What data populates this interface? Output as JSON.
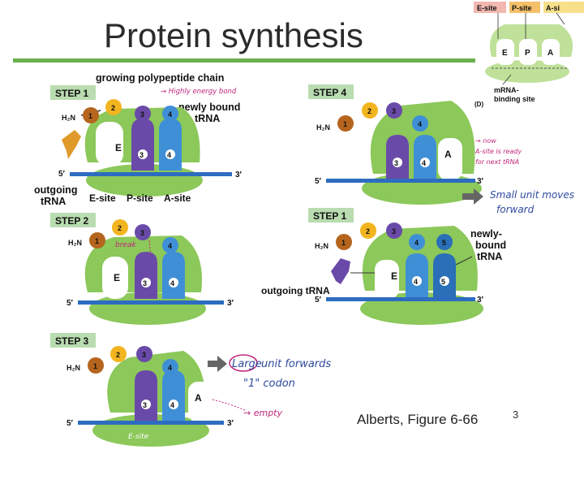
{
  "title": "Protein synthesis",
  "credit": "Alberts, Figure 6-66",
  "page_number": "3",
  "inset": {
    "sites": [
      "E-site",
      "P-site",
      "A-si"
    ],
    "letters": [
      "E",
      "P",
      "A"
    ],
    "panel_label": "(D)",
    "mrna_label_1": "mRNA-",
    "mrna_label_2": "binding site",
    "site_colors": [
      "#f2b8b0",
      "#f5c06a",
      "#f6e08a"
    ]
  },
  "labels": {
    "five_prime": "5′",
    "three_prime": "3′",
    "h2n": "H₂N",
    "e": "E",
    "a": "A"
  },
  "step1": {
    "badge": "STEP 1",
    "chain_label": "growing polypeptide chain",
    "bond_note": "→ Highly energy bond",
    "newly_bound_1": "newly bound",
    "newly_bound_2": "tRNA",
    "outgoing_1": "outgoing",
    "outgoing_2": "tRNA",
    "sites": [
      "E-site",
      "P-site",
      "A-site"
    ]
  },
  "step2": {
    "badge": "STEP 2",
    "break_note": "break"
  },
  "step3": {
    "badge": "STEP 3",
    "note_circled": "Large",
    "note_rest": "unit forwards",
    "note_line2": "\"1\" codon",
    "empty_note": "→ empty",
    "esite_note": "E-site"
  },
  "step4": {
    "badge": "STEP 4",
    "note_1": "→ now",
    "note_2": "A-site is ready",
    "note_3": "for next tRNA",
    "arrow_note_1": "Small unit moves",
    "arrow_note_2": "forward"
  },
  "step1b": {
    "badge": "STEP 1",
    "newly_1": "newly-",
    "newly_2": "bound",
    "newly_3": "tRNA",
    "outgoing": "outgoing tRNA"
  },
  "colors": {
    "ribosome": "#8cc85a",
    "ribosome_dark": "#5e9a34",
    "badge": "#b9dcb0",
    "trna_purple": "#6a4aa8",
    "trna_blue": "#3f8fd6",
    "trna_orange": "#e09a2a",
    "aa_brown": "#b5651d",
    "aa_yellow": "#f2b51f",
    "mrna": "#2d6cc0",
    "pink": "#c0267a",
    "navy": "#2e4a9e"
  }
}
